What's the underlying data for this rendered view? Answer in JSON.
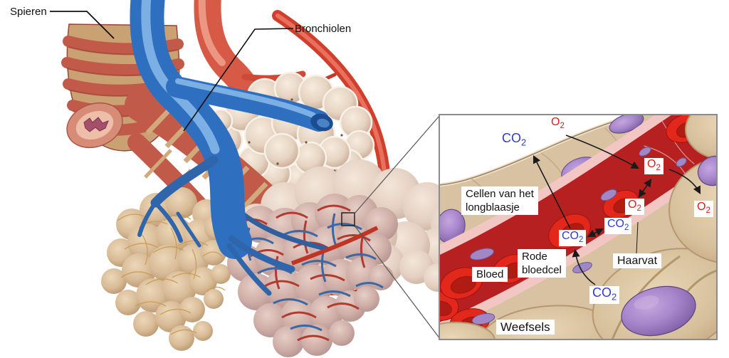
{
  "diagram": {
    "subject": "Longblaasje en gaswisseling (alveolus and gas exchange)",
    "type": "anatomy-illustration"
  },
  "labels": {
    "spieren": "Spieren",
    "bronchiolen": "Bronchiolen"
  },
  "inset": {
    "cellen_line1": "Cellen van het",
    "cellen_line2": "longblaasje",
    "rode_line1": "Rode",
    "rode_line2": "bloedcel",
    "bloed": "Bloed",
    "haarvat": "Haarvat",
    "weefsels": "Weefsels",
    "gases": {
      "co2_alveolus": {
        "base": "CO",
        "sub": "2"
      },
      "o2_alveolus": {
        "base": "O",
        "sub": "2"
      },
      "o2_capillary_upper": {
        "base": "O",
        "sub": "2"
      },
      "o2_capillary_lower": {
        "base": "O",
        "sub": "2"
      },
      "o2_tissue": {
        "base": "O",
        "sub": "2"
      },
      "co2_capillary_left": {
        "base": "CO",
        "sub": "2"
      },
      "co2_capillary_right": {
        "base": "CO",
        "sub": "2"
      },
      "co2_tissue": {
        "base": "CO",
        "sub": "2"
      }
    }
  },
  "colors": {
    "o2_text": "#d6201a",
    "co2_text": "#2f3cd0",
    "label_text": "#111111",
    "inset_border": "#8c8c8c",
    "artery_red": "#cf3f2c",
    "vein_blue": "#2e6fc0",
    "muscle_red": "#c25a4a",
    "alveoli_cream": "#e7d4c2",
    "tissue_tan": "#d8c2a2",
    "nucleus_purple": "#8e6cb0",
    "blood_red": "#b62020"
  }
}
